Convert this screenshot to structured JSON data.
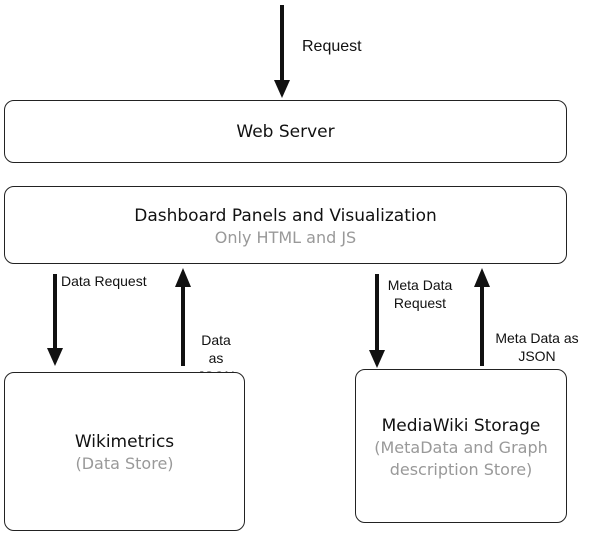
{
  "request_label": "Request",
  "web_server": {
    "title": "Web Server"
  },
  "dashboard": {
    "title": "Dashboard Panels and Visualization",
    "subtitle": "Only HTML and JS"
  },
  "wikimetrics": {
    "title": "Wikimetrics",
    "subtitle": "(Data Store)"
  },
  "mediawiki": {
    "title": "MediaWiki Storage",
    "subtitle_line1": "(MetaData and Graph",
    "subtitle_line2": "description Store)"
  },
  "arrows": {
    "data_request": "Data Request",
    "data_as_json_line1": "Data as",
    "data_as_json_line2": "JSON",
    "meta_request_line1": "Meta Data",
    "meta_request_line2": "Request",
    "meta_json_line1": "Meta Data as",
    "meta_json_line2": "JSON"
  },
  "colors": {
    "stroke": "#111111",
    "subtitle": "#999999"
  }
}
